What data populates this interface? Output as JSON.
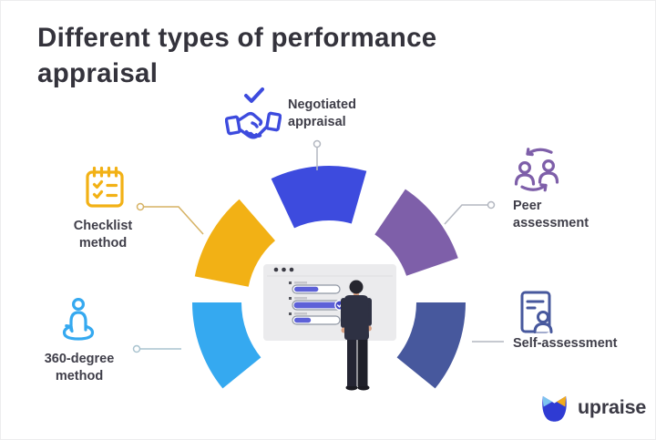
{
  "title": "Different types of performance\nappraisal",
  "segments": [
    {
      "label": "Negotiated\nappraisal",
      "color": "#3D4BDE",
      "icon": "handshake-check-icon"
    },
    {
      "label": "Peer\nassessment",
      "color": "#7E5FA9",
      "icon": "people-exchange-icon"
    },
    {
      "label": "Self-assessment",
      "color": "#47589D",
      "icon": "document-person-icon"
    },
    {
      "label": "360-degree\nmethod",
      "color": "#35A9F0",
      "icon": "person-360-rotation-icon"
    },
    {
      "label": "Checklist\nmethod",
      "color": "#F2B115",
      "icon": "clipboard-checklist-icon"
    }
  ],
  "connectors": {
    "default": "#b3b7c0",
    "checklist": "#d6b264",
    "degree360": "#a9c3cf"
  },
  "center_illustration": {
    "alt": "person viewing an appraisal progress board",
    "panel_color": "#ebebed",
    "bar_fill_color": "#5d61d8",
    "progress_bars": [
      {
        "fill": 0.55,
        "checked": false
      },
      {
        "fill": 1.0,
        "checked": true
      },
      {
        "fill": 0.38,
        "checked": false
      }
    ]
  },
  "logo": {
    "text": "upraise",
    "mark_body_color": "#2F3BD3",
    "mark_left_ear_color": "#7CC4F0",
    "mark_right_ear_color": "#F3AC1C"
  }
}
